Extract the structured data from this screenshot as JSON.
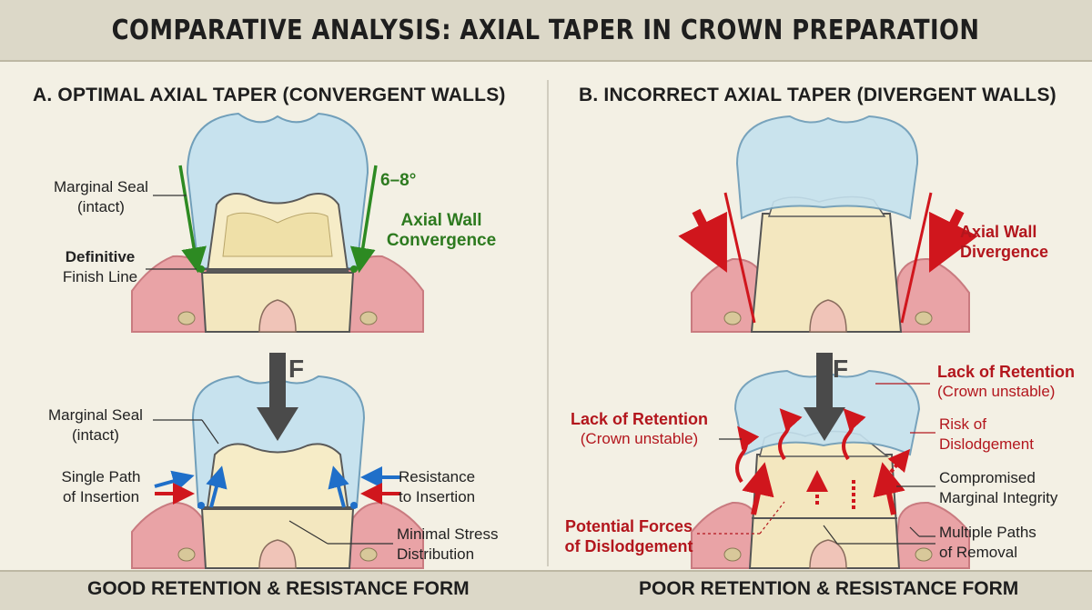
{
  "title": "COMPARATIVE ANALYSIS: AXIAL TAPER IN CROWN PREPARATION",
  "panel_a": {
    "heading": "A. OPTIMAL AXIAL TAPER (CONVERGENT WALLS)",
    "marginal_seal_1": "Marginal Seal",
    "marginal_seal_1_sub": "(intact)",
    "definitive": "Definitive",
    "finish_line": "Finish Line",
    "angle": "6–8°",
    "axial_wall": "Axial Wall",
    "convergence": "Convergence",
    "force": "F",
    "marginal_seal_2": "Marginal Seal",
    "marginal_seal_2_sub": "(intact)",
    "single_path": "Single Path",
    "of_insertion": "of Insertion",
    "resistance": "Resistance",
    "to_insertion": "to Insertion",
    "minimal_stress": "Minimal Stress",
    "distribution": "Distribution",
    "footer": "GOOD RETENTION & RESISTANCE FORM"
  },
  "panel_b": {
    "heading": "B. INCORRECT AXIAL TAPER (DIVERGENT WALLS)",
    "axial_wall": "Axial Wall",
    "divergence": "Divergence",
    "force": "F",
    "lack_retention_right": "Lack of Retention",
    "lack_retention_right_sub": "(Crown unstable)",
    "lack_retention_left": "Lack of Retention",
    "lack_retention_left_sub": "(Crown unstable)",
    "risk_of": "Risk of",
    "dislodgement": "Dislodgement",
    "compromised": "Compromised",
    "marginal_integrity": "Marginal Integrity",
    "potential_forces": "Potential Forces",
    "of_dislodgement": "of Dislodgement",
    "multiple_paths": "Multiple Paths",
    "of_removal": "of Removal",
    "footer": "POOR RETENTION & RESISTANCE FORM"
  },
  "colors": {
    "background": "#f3f0e4",
    "title_bar": "#dcd8c8",
    "gum": "#e9a3a6",
    "tooth": "#f3e7bf",
    "crown": "#c5e2ef",
    "green": "#2d7a1f",
    "red": "#d0161d",
    "blue": "#1f6fc9",
    "force_arrow": "#4a4a4a"
  }
}
